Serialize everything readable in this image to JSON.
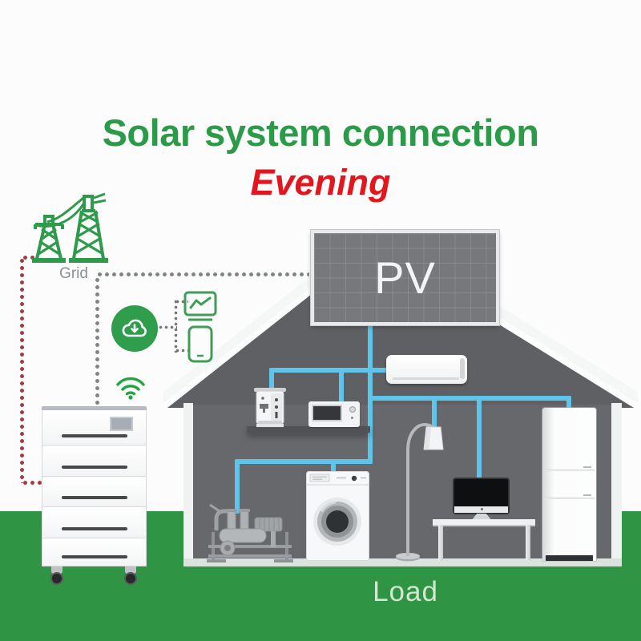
{
  "title": {
    "main": "Solar system connection",
    "subtitle": "Evening"
  },
  "labels": {
    "grid": "Grid",
    "pv": "PV",
    "load": "Load"
  },
  "colors": {
    "title_green": "#2b9b49",
    "subtitle_red": "#e3151d",
    "ground_green": "#2f9443",
    "tower_green": "#2f9a4b",
    "wifi_green": "#23a53f",
    "cloud_badge_green": "#2e9d4c",
    "wire_blue": "#5fc3ea",
    "house_gray": "#67686b",
    "dotted_red": "#a63a41",
    "dotted_gray": "#7f8487"
  },
  "icons": [
    "grid-towers-icon",
    "cloud-download-icon",
    "monitoring-chart-icon",
    "smartphone-icon",
    "wifi-icon"
  ],
  "diagram": {
    "appliances": [
      "air-conditioner",
      "coffee-machine",
      "microwave-oven",
      "floor-lamp",
      "washing-machine",
      "water-pump",
      "desktop-computer",
      "refrigerator"
    ],
    "storage": "battery-storage-tower"
  }
}
